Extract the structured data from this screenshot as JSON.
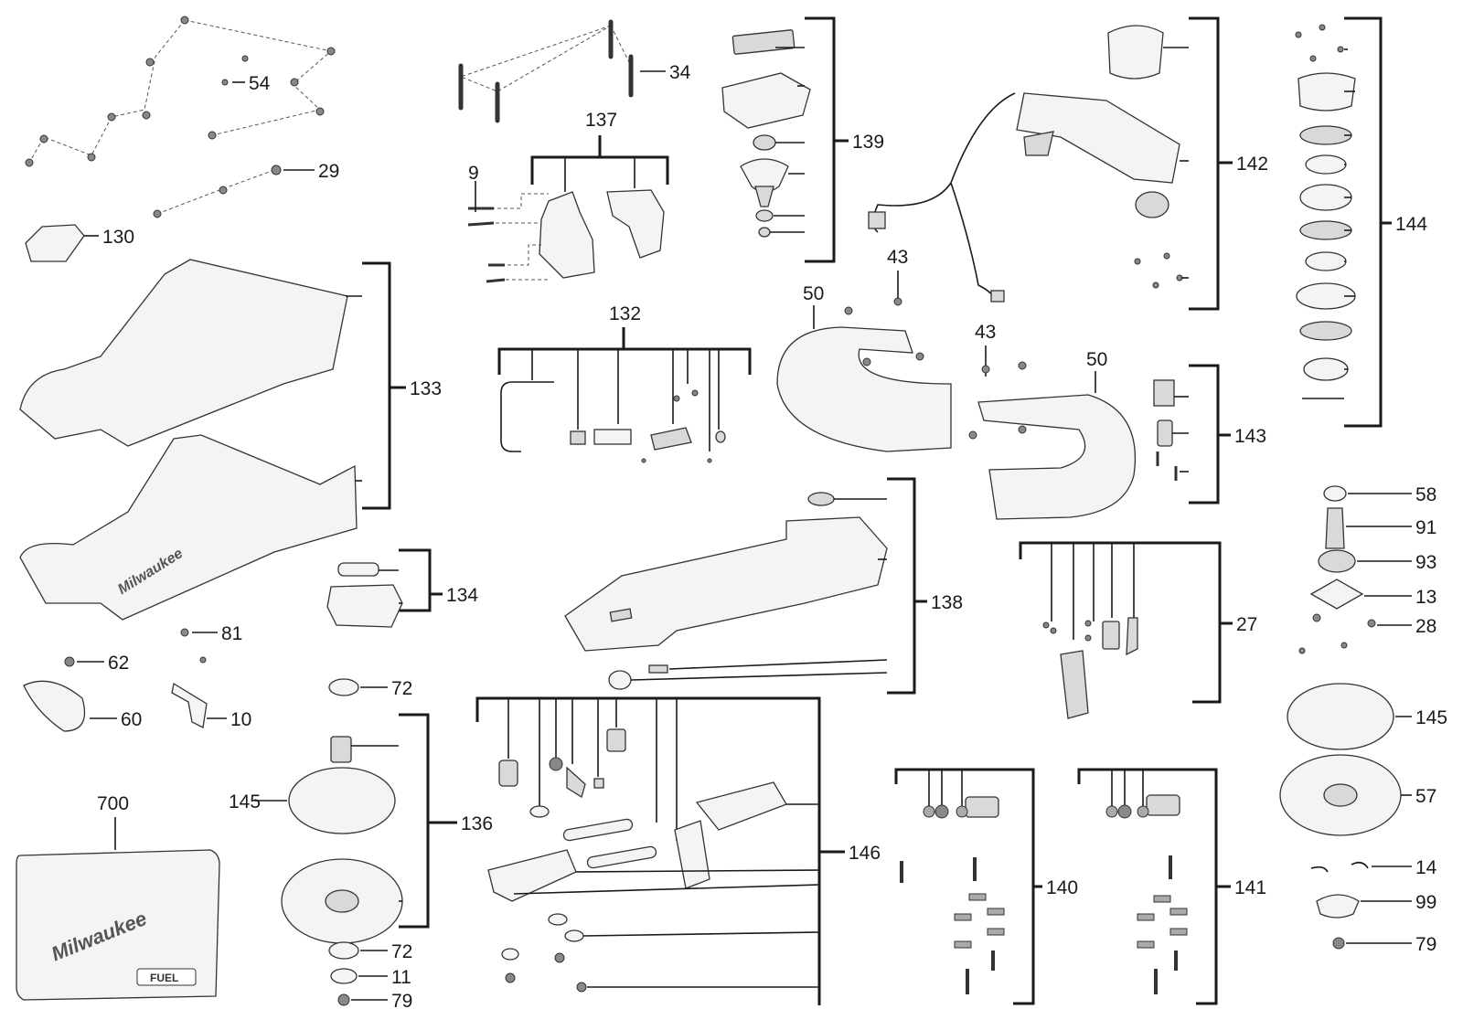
{
  "diagram": {
    "part_numbers": [
      "54",
      "29",
      "130",
      "34",
      "137",
      "9",
      "139",
      "142",
      "144",
      "43",
      "50",
      "132",
      "133",
      "134",
      "138",
      "143",
      "58",
      "91",
      "93",
      "13",
      "28",
      "27",
      "81",
      "62",
      "10",
      "60",
      "72",
      "145",
      "136",
      "146",
      "700",
      "140",
      "141",
      "57",
      "14",
      "99",
      "11",
      "79"
    ],
    "brand_marks": [
      "Milwaukee",
      "FUEL"
    ]
  }
}
